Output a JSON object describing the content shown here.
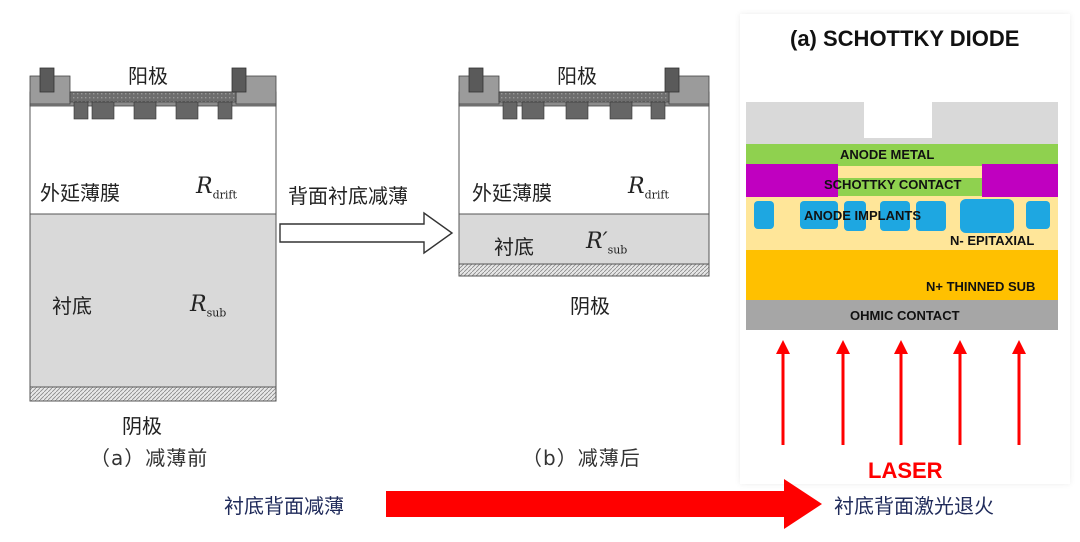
{
  "diagram_a": {
    "anode": "阳极",
    "epi_label": "外延薄膜",
    "r_drift_base": "R",
    "r_drift_sub": "drift",
    "sub_label": "衬底",
    "r_sub_base": "R",
    "r_sub_sub": "sub",
    "cathode": "阴极",
    "caption": "（a）减薄前"
  },
  "arrow_label": "背面衬底减薄",
  "diagram_b": {
    "anode": "阳极",
    "epi_label": "外延薄膜",
    "r_drift_base": "R",
    "r_drift_sub": "drift",
    "sub_label": "衬底",
    "r_sub_base": "R′",
    "r_sub_sub": "sub",
    "cathode": "阴极",
    "caption": "（b）减薄后"
  },
  "schottky": {
    "title": "(a) SCHOTTKY DIODE",
    "anode_metal": "ANODE METAL",
    "schottky_contact": "SCHOTTKY CONTACT",
    "anode_implants": "ANODE IMPLANTS",
    "n_epitaxial": "N- EPITAXIAL",
    "n_thinned_sub": "N+ THINNED SUB",
    "ohmic_contact": "OHMIC CONTACT",
    "laser": "LASER",
    "colors": {
      "metal_gray": "#d9d9d9",
      "anode_metal": "#8fd14f",
      "schottky": "#c000c0",
      "implants": "#1ea7e1",
      "epitaxial": "#ffe699",
      "substrate": "#ffc000",
      "ohmic": "#a6a6a6",
      "laser": "#ff0000"
    }
  },
  "bottom": {
    "left": "衬底背面减薄",
    "right": "衬底背面激光退火"
  }
}
